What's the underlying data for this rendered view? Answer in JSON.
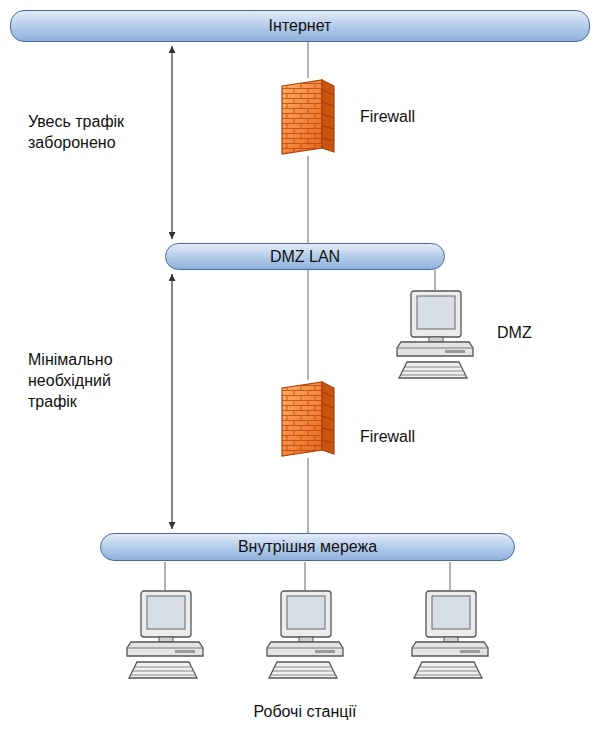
{
  "diagram": {
    "nodes": [
      {
        "text": [
          "Інтернет"
        ]
      },
      {
        "text": [
          "Firewall"
        ]
      },
      {
        "text": [
          "DMZ LAN"
        ]
      },
      {
        "text": [
          "DMZ"
        ]
      },
      {
        "text": [
          "Firewall"
        ]
      },
      {
        "text": [
          "Внутрішня мережа"
        ]
      }
    ],
    "edges": [
      {
        "from": 0,
        "to": 1,
        "arrow": "none"
      },
      {
        "from": 1,
        "to": 2,
        "arrow": "none"
      },
      {
        "from": 0,
        "to": 2,
        "label": "Увесь трафік заборонено",
        "arrow": "both"
      },
      {
        "from": 2,
        "to": 3,
        "arrow": "none"
      },
      {
        "from": 2,
        "to": 4,
        "arrow": "none"
      },
      {
        "from": 4,
        "to": 5,
        "arrow": "none"
      },
      {
        "from": 2,
        "to": 5,
        "label": "Мінімально необхідний трафік",
        "arrow": "both"
      }
    ],
    "labels": [
      "Робочі станції"
    ]
  }
}
